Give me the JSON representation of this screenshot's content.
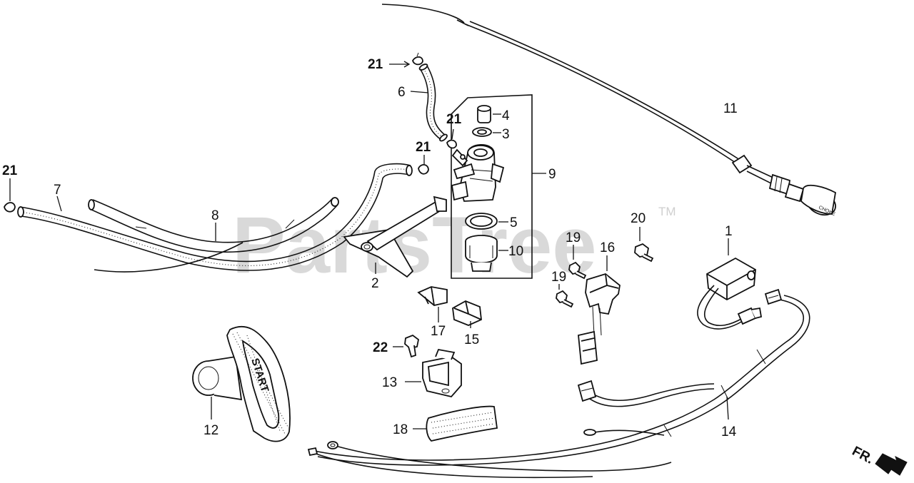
{
  "watermark": {
    "text": "PartsTree",
    "trademark": "TM"
  },
  "callouts": {
    "c21a": "21",
    "c21b": "21",
    "c21c": "21",
    "c21d": "21",
    "c6": "6",
    "c4": "4",
    "c3": "3",
    "c9": "9",
    "c5": "5",
    "c10": "10",
    "c7": "7",
    "c8": "8",
    "c2": "2",
    "c11": "11",
    "c20": "20",
    "c19a": "19",
    "c19b": "19",
    "c16": "16",
    "c1": "1",
    "c17": "17",
    "c15": "15",
    "c22": "22",
    "c13": "13",
    "c12": "12",
    "c18": "18",
    "c14": "14"
  },
  "part_text": {
    "start_handle": "START",
    "choke_knob": "CHOKE"
  },
  "direction": {
    "label": "FR."
  }
}
